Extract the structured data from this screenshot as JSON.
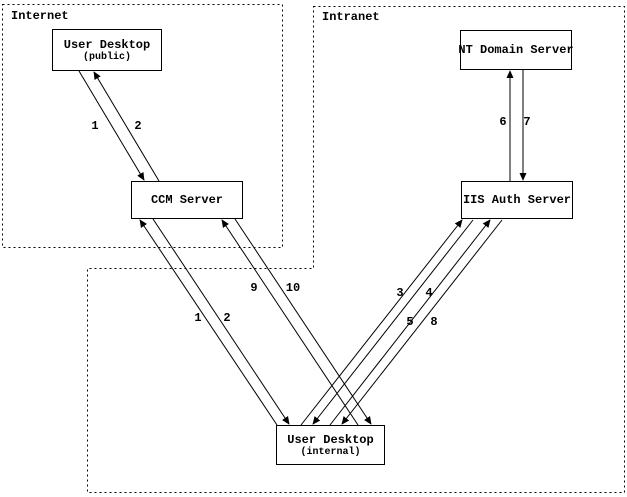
{
  "regions": {
    "internet": {
      "label": "Internet"
    },
    "intranet": {
      "label": "Intranet"
    }
  },
  "nodes": {
    "user_desktop_public": {
      "title": "User Desktop",
      "subtitle": "(public)"
    },
    "ccm_server": {
      "title": "CCM Server"
    },
    "nt_domain_server": {
      "title": "NT Domain Server"
    },
    "iis_auth_server": {
      "title": "IIS Auth Server"
    },
    "user_desktop_internal": {
      "title": "User Desktop",
      "subtitle": "(internal)"
    }
  },
  "edge_labels": {
    "public_step_1": "1",
    "public_step_2": "2",
    "internal_step_1": "1",
    "internal_step_2": "2",
    "step_3": "3",
    "step_4": "4",
    "step_5": "5",
    "step_6": "6",
    "step_7": "7",
    "step_8": "8",
    "step_9": "9",
    "step_10": "10"
  },
  "colors": {
    "line": "#000000",
    "background": "#ffffff"
  }
}
